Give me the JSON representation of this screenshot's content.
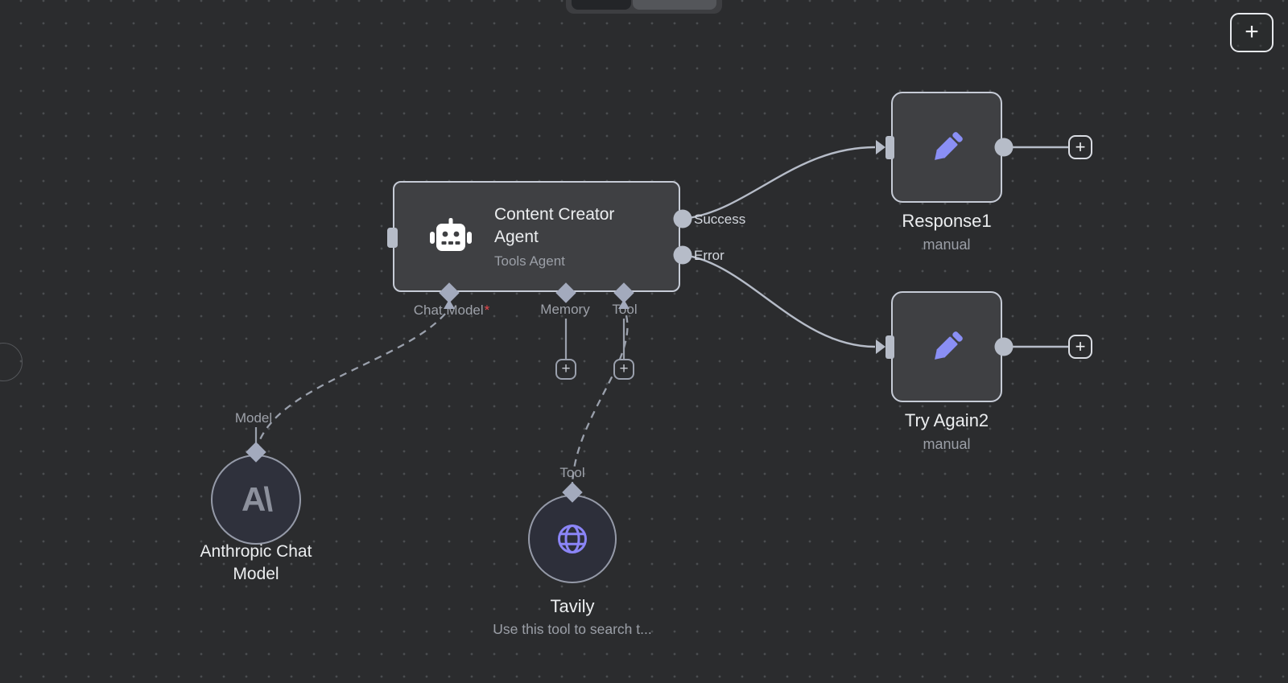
{
  "ui": {
    "plus": "+"
  },
  "canvas_controls": {
    "add_node_label": "+"
  },
  "agent": {
    "title": "Content Creator Agent",
    "subtitle": "Tools Agent",
    "outputs": [
      {
        "label": "Success"
      },
      {
        "label": "Error"
      }
    ],
    "ports": {
      "chat_model": {
        "label": "Chat Model",
        "required_mark": "*"
      },
      "memory": {
        "label": "Memory"
      },
      "tool": {
        "label": "Tool"
      }
    }
  },
  "response1": {
    "title": "Response1",
    "subtitle": "manual"
  },
  "try_again2": {
    "title": "Try Again2",
    "subtitle": "manual"
  },
  "anthropic": {
    "line1": "Anthropic Chat",
    "line2": "Model",
    "port_label": "Model",
    "logo": "A\\"
  },
  "tavily": {
    "title": "Tavily",
    "subtitle": "Use this tool to search t...",
    "port_label": "Tool"
  },
  "colors": {
    "canvas_bg": "#2b2c2e",
    "node_fill": "#3f4043",
    "node_border": "#c6cbd6",
    "accent_purple": "#8a8ff5",
    "connection": "#b6bcc8",
    "endpoint": "#a3aabd",
    "required": "#e5484d",
    "muted_text": "#9b9fa7"
  }
}
